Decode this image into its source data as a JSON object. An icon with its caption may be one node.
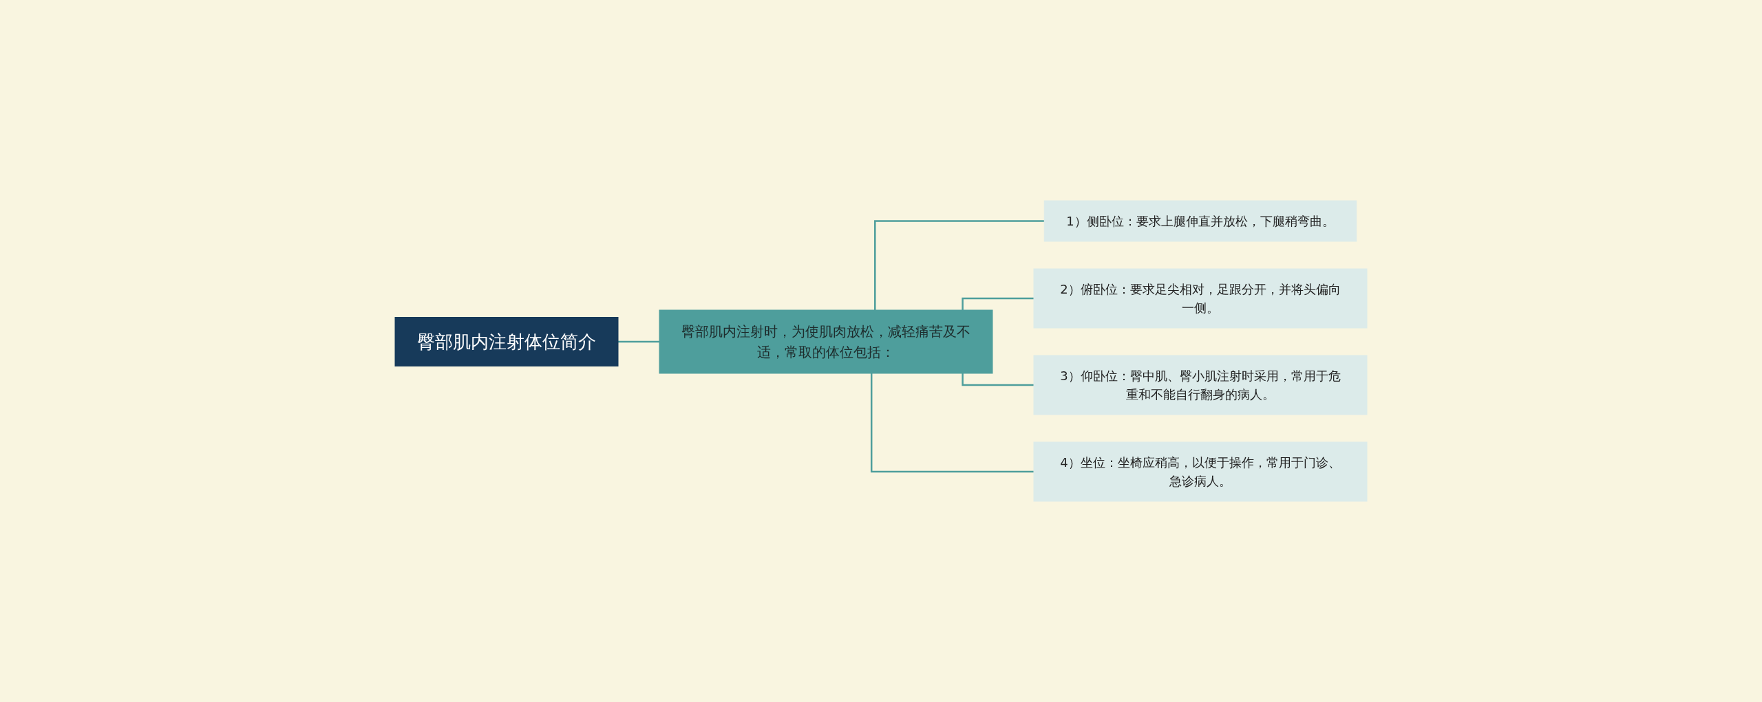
{
  "diagram": {
    "nodes": [
      {
        "text": [
          "臀部肌内注射体位简介"
        ]
      },
      {
        "text": [
          "臀部肌内注射时，为使肌肉放松，减轻痛苦及不适，常取的体位包括："
        ]
      },
      {
        "text": [
          "1）侧卧位：要求上腿伸直并放松，下腿稍弯曲。"
        ]
      },
      {
        "text": [
          "2）俯卧位：要求足尖相对，足跟分开，并将头偏向一侧。"
        ]
      },
      {
        "text": [
          "3）仰卧位：臀中肌、臀小肌注射时采用，常用于危重和不能自行翻身的病人。"
        ]
      },
      {
        "text": [
          "4）坐位：坐椅应稍高，以便于操作，常用于门诊、急诊病人。"
        ]
      }
    ],
    "edges": [
      {
        "from": 0,
        "to": 1,
        "arrow": "none"
      },
      {
        "from": 1,
        "to": 2,
        "arrow": "none"
      },
      {
        "from": 1,
        "to": 3,
        "arrow": "none"
      },
      {
        "from": 1,
        "to": 4,
        "arrow": "none"
      },
      {
        "from": 1,
        "to": 5,
        "arrow": "none"
      }
    ]
  }
}
